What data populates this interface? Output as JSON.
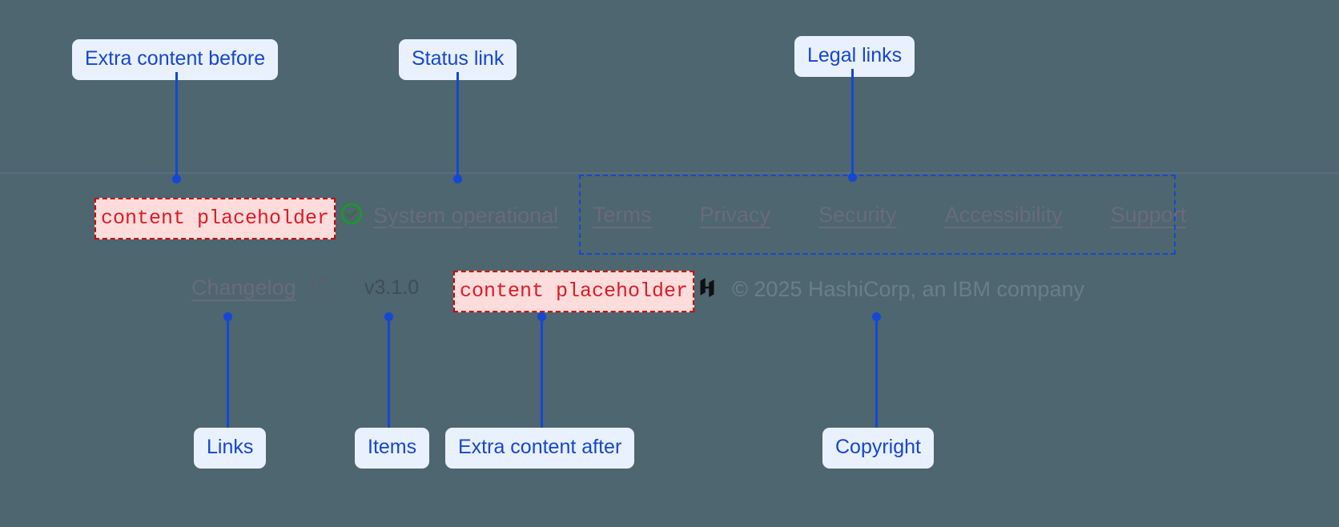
{
  "page": {
    "background_color": "#4d666f",
    "accent_color": "#1447d6",
    "muted_link_color": "#6b6a7d",
    "placeholder_color": "#e01b24"
  },
  "annotations": [
    {
      "id": "extra-before",
      "label": "Extra content before"
    },
    {
      "id": "status-link",
      "label": "Status link"
    },
    {
      "id": "legal-links",
      "label": "Legal links"
    },
    {
      "id": "links",
      "label": "Links"
    },
    {
      "id": "items",
      "label": "Items"
    },
    {
      "id": "extra-after",
      "label": "Extra content after"
    },
    {
      "id": "copyright",
      "label": "Copyright"
    }
  ],
  "footer": {
    "extra_content_before": "content placeholder",
    "extra_content_after": "content placeholder",
    "status": {
      "icon": "check-circle-icon",
      "label": "System operational"
    },
    "legal_links": [
      {
        "label": "Terms"
      },
      {
        "label": "Privacy"
      },
      {
        "label": "Security"
      },
      {
        "label": "Accessibility"
      },
      {
        "label": "Support"
      }
    ],
    "changelog": {
      "label": "Changelog",
      "icon": "external-link-icon"
    },
    "version": "v3.1.0",
    "brand": {
      "logo": "hashicorp-logo",
      "copyright": "© 2025 HashiCorp, an IBM company"
    }
  }
}
